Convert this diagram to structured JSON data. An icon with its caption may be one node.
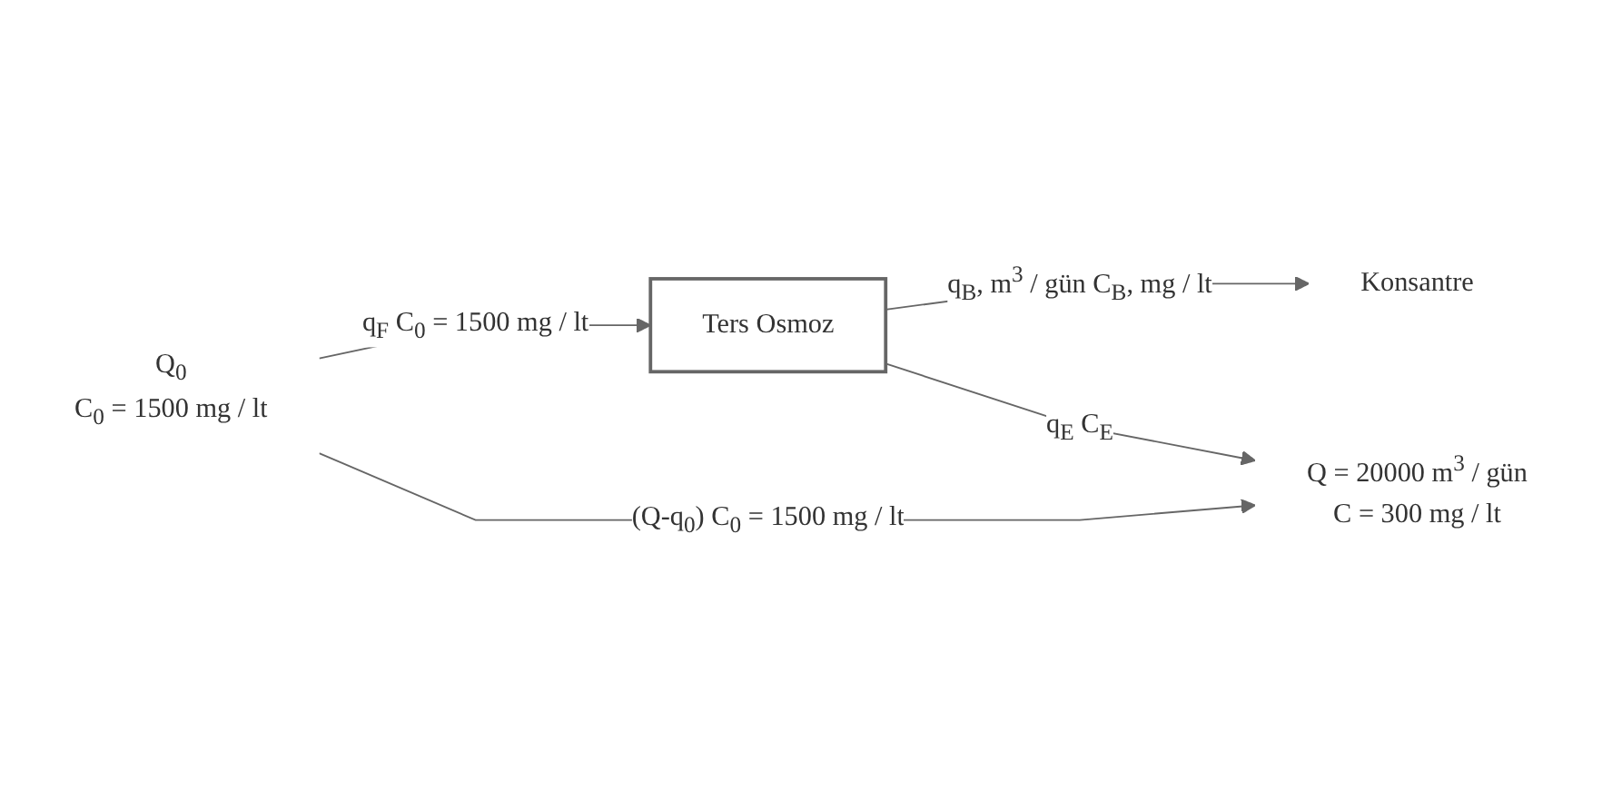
{
  "diagram": {
    "nodes": [
      {
        "text": [
          "Q$_{0}$",
          "C$_{0}$ = 1500 mg / lt"
        ]
      },
      {
        "text": [
          "Ters Osmoz"
        ]
      },
      {
        "text": [
          "Konsantre"
        ]
      },
      {
        "text": [
          "Q = 20000 m$^{3}$ / gün",
          "C = 300 mg / lt"
        ]
      }
    ],
    "edges": [
      {
        "from": 0,
        "to": 1,
        "arrow": "to",
        "label": "q$_{F}$ C$_{0}$ = 1500 mg / lt"
      },
      {
        "from": 0,
        "to": 3,
        "arrow": "to",
        "label": "(Q-q$_{0}$) C$_{0}$ = 1500 mg / lt"
      },
      {
        "from": 1,
        "to": 2,
        "arrow": "to",
        "label": "q$_{B}$, m$^{3}$ / gün C$_{B}$, mg / lt"
      },
      {
        "from": 1,
        "to": 3,
        "arrow": "to",
        "label": "q$_{E}$ C$_{E}$"
      }
    ]
  }
}
